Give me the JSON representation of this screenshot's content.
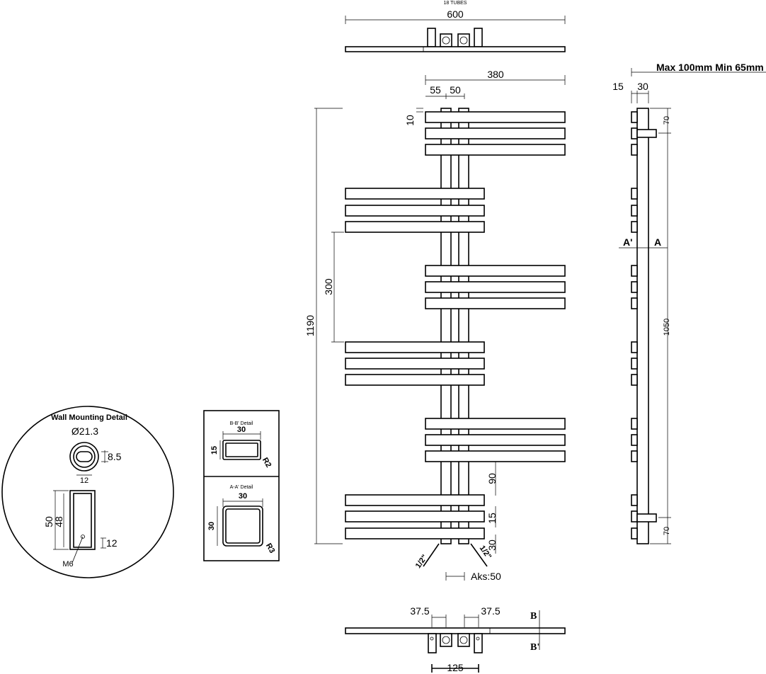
{
  "top_view": {
    "tubes_label": "18 TUBES",
    "width": "600"
  },
  "front_view": {
    "width_380": "380",
    "dim_55": "55",
    "dim_50": "50",
    "dim_10": "10",
    "height_1190": "1190",
    "dim_300": "300",
    "dim_90": "90",
    "dim_15": "15",
    "dim_30": "30",
    "pipe_left": "1/2\"",
    "pipe_right": "1/2\"",
    "axis_label": "Aks:50"
  },
  "side_view": {
    "clearance": "Max 100mm Min 65mm",
    "dim_15": "15",
    "dim_30": "30",
    "dim_70_top": "70",
    "dim_70_bottom": "70",
    "height_1050": "1050",
    "section_a_left": "A'",
    "section_a_right": "A"
  },
  "bottom_view": {
    "dim_37_5_left": "37.5",
    "dim_37_5_right": "37.5",
    "dim_125": "125",
    "section_b_top": "B",
    "section_b_bottom": "B'"
  },
  "wall_mount": {
    "title": "Wall Mounting Detail",
    "diameter": "Ø21.3",
    "dim_8_5": "8.5",
    "dim_12_top": "12",
    "dim_50": "50",
    "dim_48": "48",
    "dim_12_side": "12",
    "bolt": "M6"
  },
  "bb_detail": {
    "title": "B-B' Detail",
    "width": "30",
    "height": "15",
    "radius": "R2"
  },
  "aa_detail": {
    "title": "A-A' Detail",
    "width": "30",
    "height": "30",
    "radius": "R3"
  }
}
